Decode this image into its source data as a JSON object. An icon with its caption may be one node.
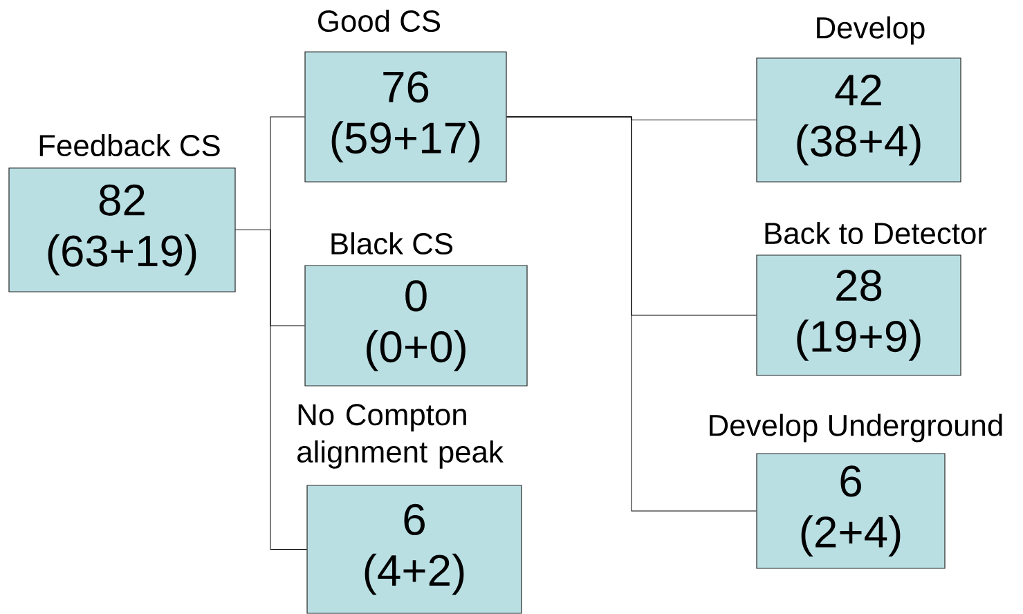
{
  "diagram": {
    "nodes": [
      {
        "text": [
          "Feedback CS",
          "82",
          "(63+19)"
        ]
      },
      {
        "text": [
          "Good CS",
          "76",
          "(59+17)"
        ]
      },
      {
        "text": [
          "Black CS",
          "0",
          "(0+0)"
        ]
      },
      {
        "text": [
          "No Compton alignment peak",
          "6",
          "(4+2)"
        ]
      },
      {
        "text": [
          "Develop",
          "42",
          "(38+4)"
        ]
      },
      {
        "text": [
          "Back to Detector",
          "28",
          "(19+9)"
        ]
      },
      {
        "text": [
          "Develop Underground",
          "6",
          "(2+4)"
        ]
      }
    ],
    "edges": [
      {
        "from": 0,
        "to": 1,
        "arrow": "none"
      },
      {
        "from": 0,
        "to": 2,
        "arrow": "none"
      },
      {
        "from": 0,
        "to": 3,
        "arrow": "none"
      },
      {
        "from": 1,
        "to": 4,
        "arrow": "none"
      },
      {
        "from": 1,
        "to": 5,
        "arrow": "none"
      },
      {
        "from": 1,
        "to": 6,
        "arrow": "none"
      }
    ]
  }
}
